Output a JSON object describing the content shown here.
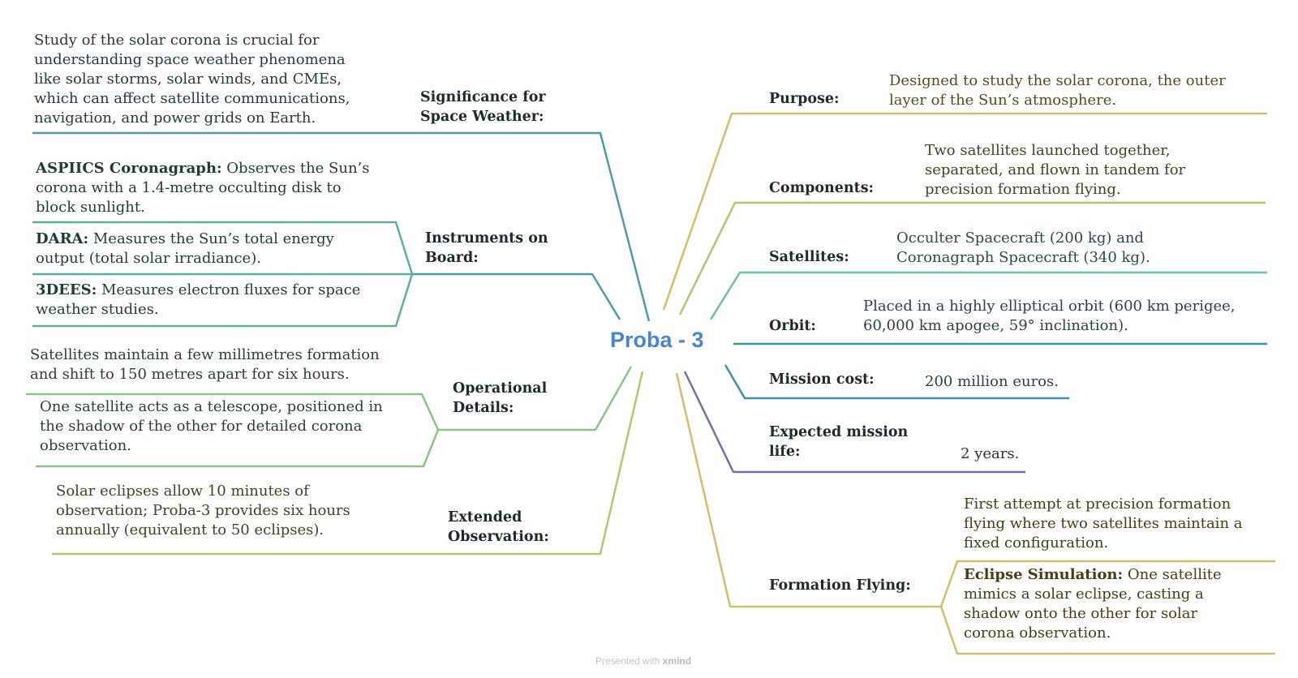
{
  "central_topic": "Proba - 3",
  "footer": {
    "prefix": "Presented with",
    "brand": "xmind"
  },
  "right_branches": {
    "purpose": {
      "label": "Purpose:",
      "lines": [
        "Designed to study the solar corona, the outer",
        "layer of the Sun’s atmosphere."
      ]
    },
    "components": {
      "label": "Components:",
      "lines": [
        "Two satellites launched together,",
        "separated, and flown in tandem for",
        "precision formation flying."
      ]
    },
    "satellites": {
      "label": "Satellites:",
      "lines": [
        "Occulter Spacecraft (200 kg) and",
        "Coronagraph Spacecraft (340 kg)."
      ]
    },
    "orbit": {
      "label": "Orbit:",
      "lines": [
        "Placed in a highly elliptical orbit (600 km perigee,",
        "60,000 km apogee, 59° inclination)."
      ]
    },
    "cost": {
      "label": "Mission cost:",
      "lines": [
        "200 million euros."
      ]
    },
    "life": {
      "label_lines": [
        "Expected mission",
        "life:"
      ],
      "lines": [
        "2 years."
      ]
    },
    "formation": {
      "label": "Formation Flying:",
      "item1_lines": [
        "First attempt at precision formation",
        "flying where two satellites maintain a",
        "fixed configuration."
      ],
      "item2_bold": "Eclipse Simulation:",
      "item2_first_rest": " One satellite",
      "item2_lines": [
        "mimics a solar eclipse, casting a",
        "shadow onto the other for solar",
        "corona observation."
      ]
    }
  },
  "left_branches": {
    "significance": {
      "label_lines": [
        "Significance for",
        "Space Weather:"
      ],
      "lines": [
        "Study of the solar corona is crucial for",
        "understanding space weather phenomena",
        "like solar storms, solar winds, and CMEs,",
        "which can affect satellite communications,",
        "navigation, and power grids on Earth."
      ]
    },
    "instruments": {
      "label_lines": [
        "Instruments on",
        "Board:"
      ],
      "aspiics": {
        "bold": "ASPIICS Coronagraph:",
        "first_rest": " Observes the Sun’s",
        "lines": [
          "corona with a 1.4-metre occulting disk to",
          "block sunlight."
        ]
      },
      "dara": {
        "bold": "DARA:",
        "first_rest": " Measures the Sun’s total energy",
        "lines": [
          "output (total solar irradiance)."
        ]
      },
      "dees": {
        "bold": "3DEES:",
        "first_rest": " Measures electron fluxes for space",
        "lines": [
          "weather studies."
        ]
      }
    },
    "operational": {
      "label_lines": [
        "Operational",
        "Details:"
      ],
      "item1_lines": [
        "Satellites maintain a few millimetres formation",
        "and shift to 150 metres apart for six hours."
      ],
      "item2_lines": [
        "One satellite acts as a telescope, positioned in",
        "the shadow of the other for detailed corona",
        "observation."
      ]
    },
    "extended": {
      "label_lines": [
        "Extended",
        "Observation:"
      ],
      "lines": [
        "Solar eclipses allow 10 minutes of",
        "observation; Proba-3 provides six hours",
        "annually (equivalent to 50 eclipses)."
      ]
    }
  },
  "colors": {
    "gold": "#d3bd6a",
    "olive": "#b4c46a",
    "sea_green": "#6fc0a8",
    "teal_blue": "#3a93a6",
    "slate_purple": "#7070a8",
    "teal_left": "#4e9aa8",
    "green_teal": "#5fae9e",
    "green": "#8cc488",
    "olive_left": "#b8c46c",
    "center_text": "#4a86d0"
  }
}
